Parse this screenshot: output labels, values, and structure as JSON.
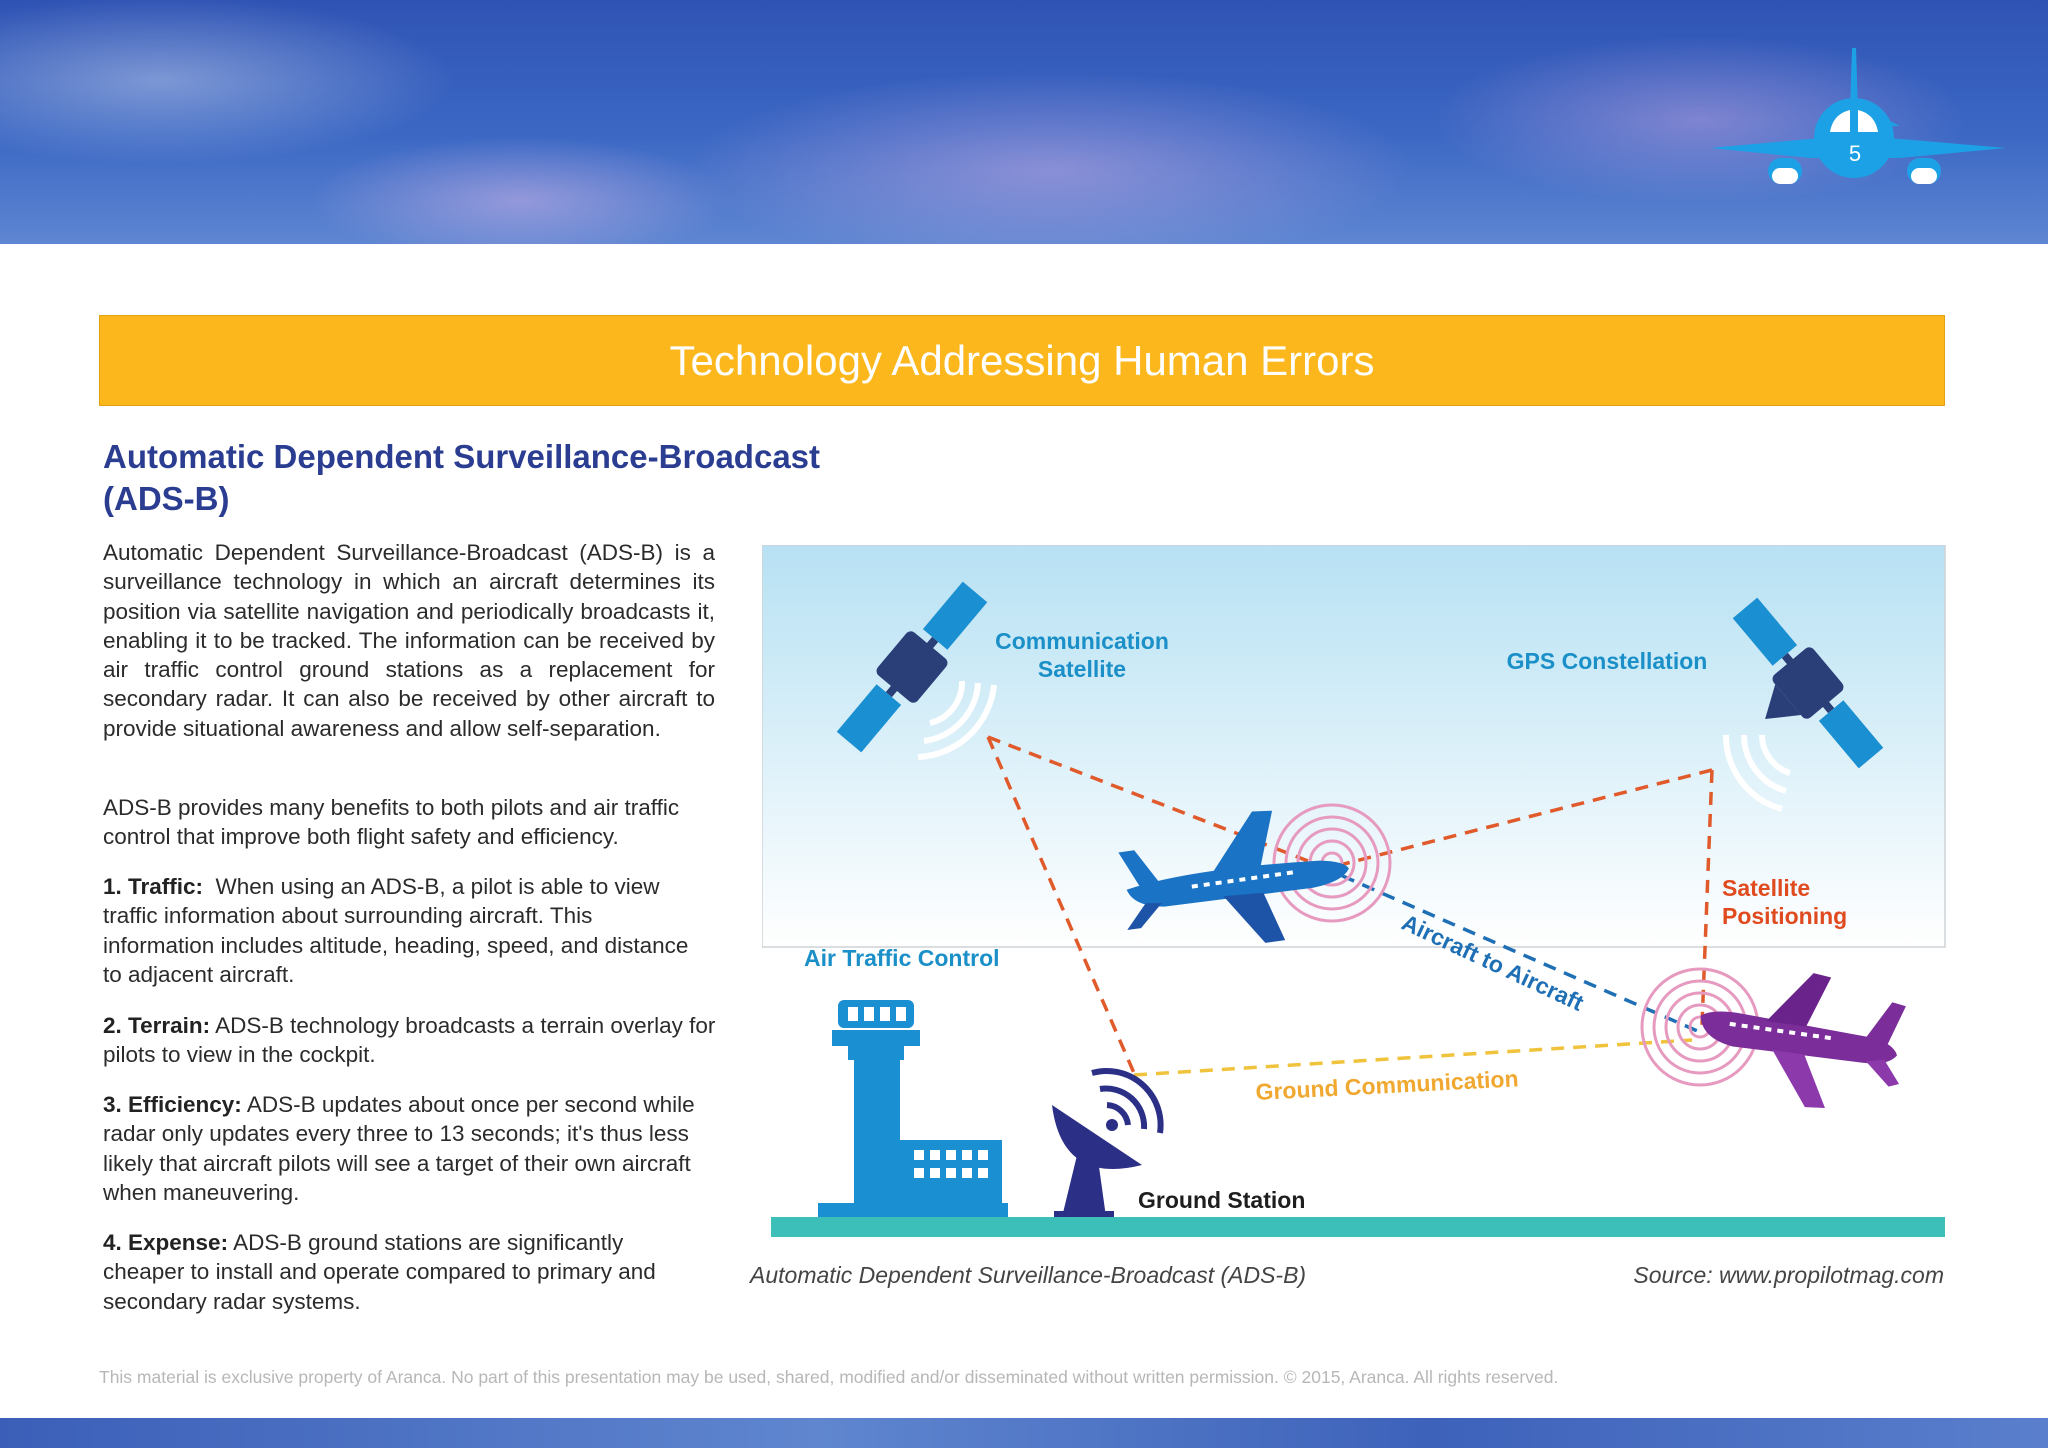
{
  "header": {
    "page_number": "5",
    "icon": "airplane-icon"
  },
  "title": "Technology Addressing Human Errors",
  "section": {
    "title_line1": "Automatic Dependent Surveillance-Broadcast",
    "title_line2": "(ADS-B)"
  },
  "body": {
    "intro": "Automatic Dependent Surveillance-Broadcast (ADS-B) is a surveillance technology in which an aircraft determines its position via satellite navigation and periodically broadcasts it, enabling it to be tracked. The information can be received by air traffic control ground stations as a replacement for secondary radar. It can also be received by other aircraft to provide situational awareness and allow self-separation.",
    "benefits": "ADS-B provides many benefits to both pilots and air traffic control that improve both flight safety and efficiency.",
    "items": [
      {
        "label": "1. Traffic:",
        "text": "When using an ADS-B, a pilot is able to view traffic information about surrounding aircraft. This information includes altitude, heading, speed, and distance to adjacent aircraft."
      },
      {
        "label": "2. Terrain:",
        "text": "ADS-B technology broadcasts a terrain overlay for pilots to view in the cockpit."
      },
      {
        "label": "3. Efficiency:",
        "text": "ADS-B updates about once per second while radar only updates every three to 13 seconds; it's thus less likely that aircraft pilots will see a target of their own aircraft when maneuvering."
      },
      {
        "label": "4. Expense:",
        "text": "ADS-B ground stations are significantly cheaper to install and operate compared to primary and secondary radar systems."
      }
    ]
  },
  "diagram": {
    "labels": {
      "comm_sat_line1": "Communication",
      "comm_sat_line2": "Satellite",
      "gps": "GPS Constellation",
      "sat_pos_line1": "Satellite",
      "sat_pos_line2": "Positioning",
      "atc": "Air Traffic Control",
      "a2a": "Aircraft to Aircraft",
      "ground_comm": "Ground Communication",
      "ground_station": "Ground Station"
    },
    "colors": {
      "red_link": "#e05a2b",
      "blue_link": "#1f6fb5",
      "yellow_link": "#f0c33c",
      "label_blue": "#1a8fc8",
      "label_red": "#e04a1f",
      "label_orange": "#f0a830",
      "ground": "#3bbfb8"
    }
  },
  "captions": {
    "left": "Automatic Dependent Surveillance-Broadcast (ADS-B)",
    "right": "Source: www.propilotmag.com"
  },
  "footer": "This material is exclusive property of Aranca. No part of this presentation may be used, shared, modified and/or disseminated without written permission. © 2015, Aranca. All rights reserved."
}
